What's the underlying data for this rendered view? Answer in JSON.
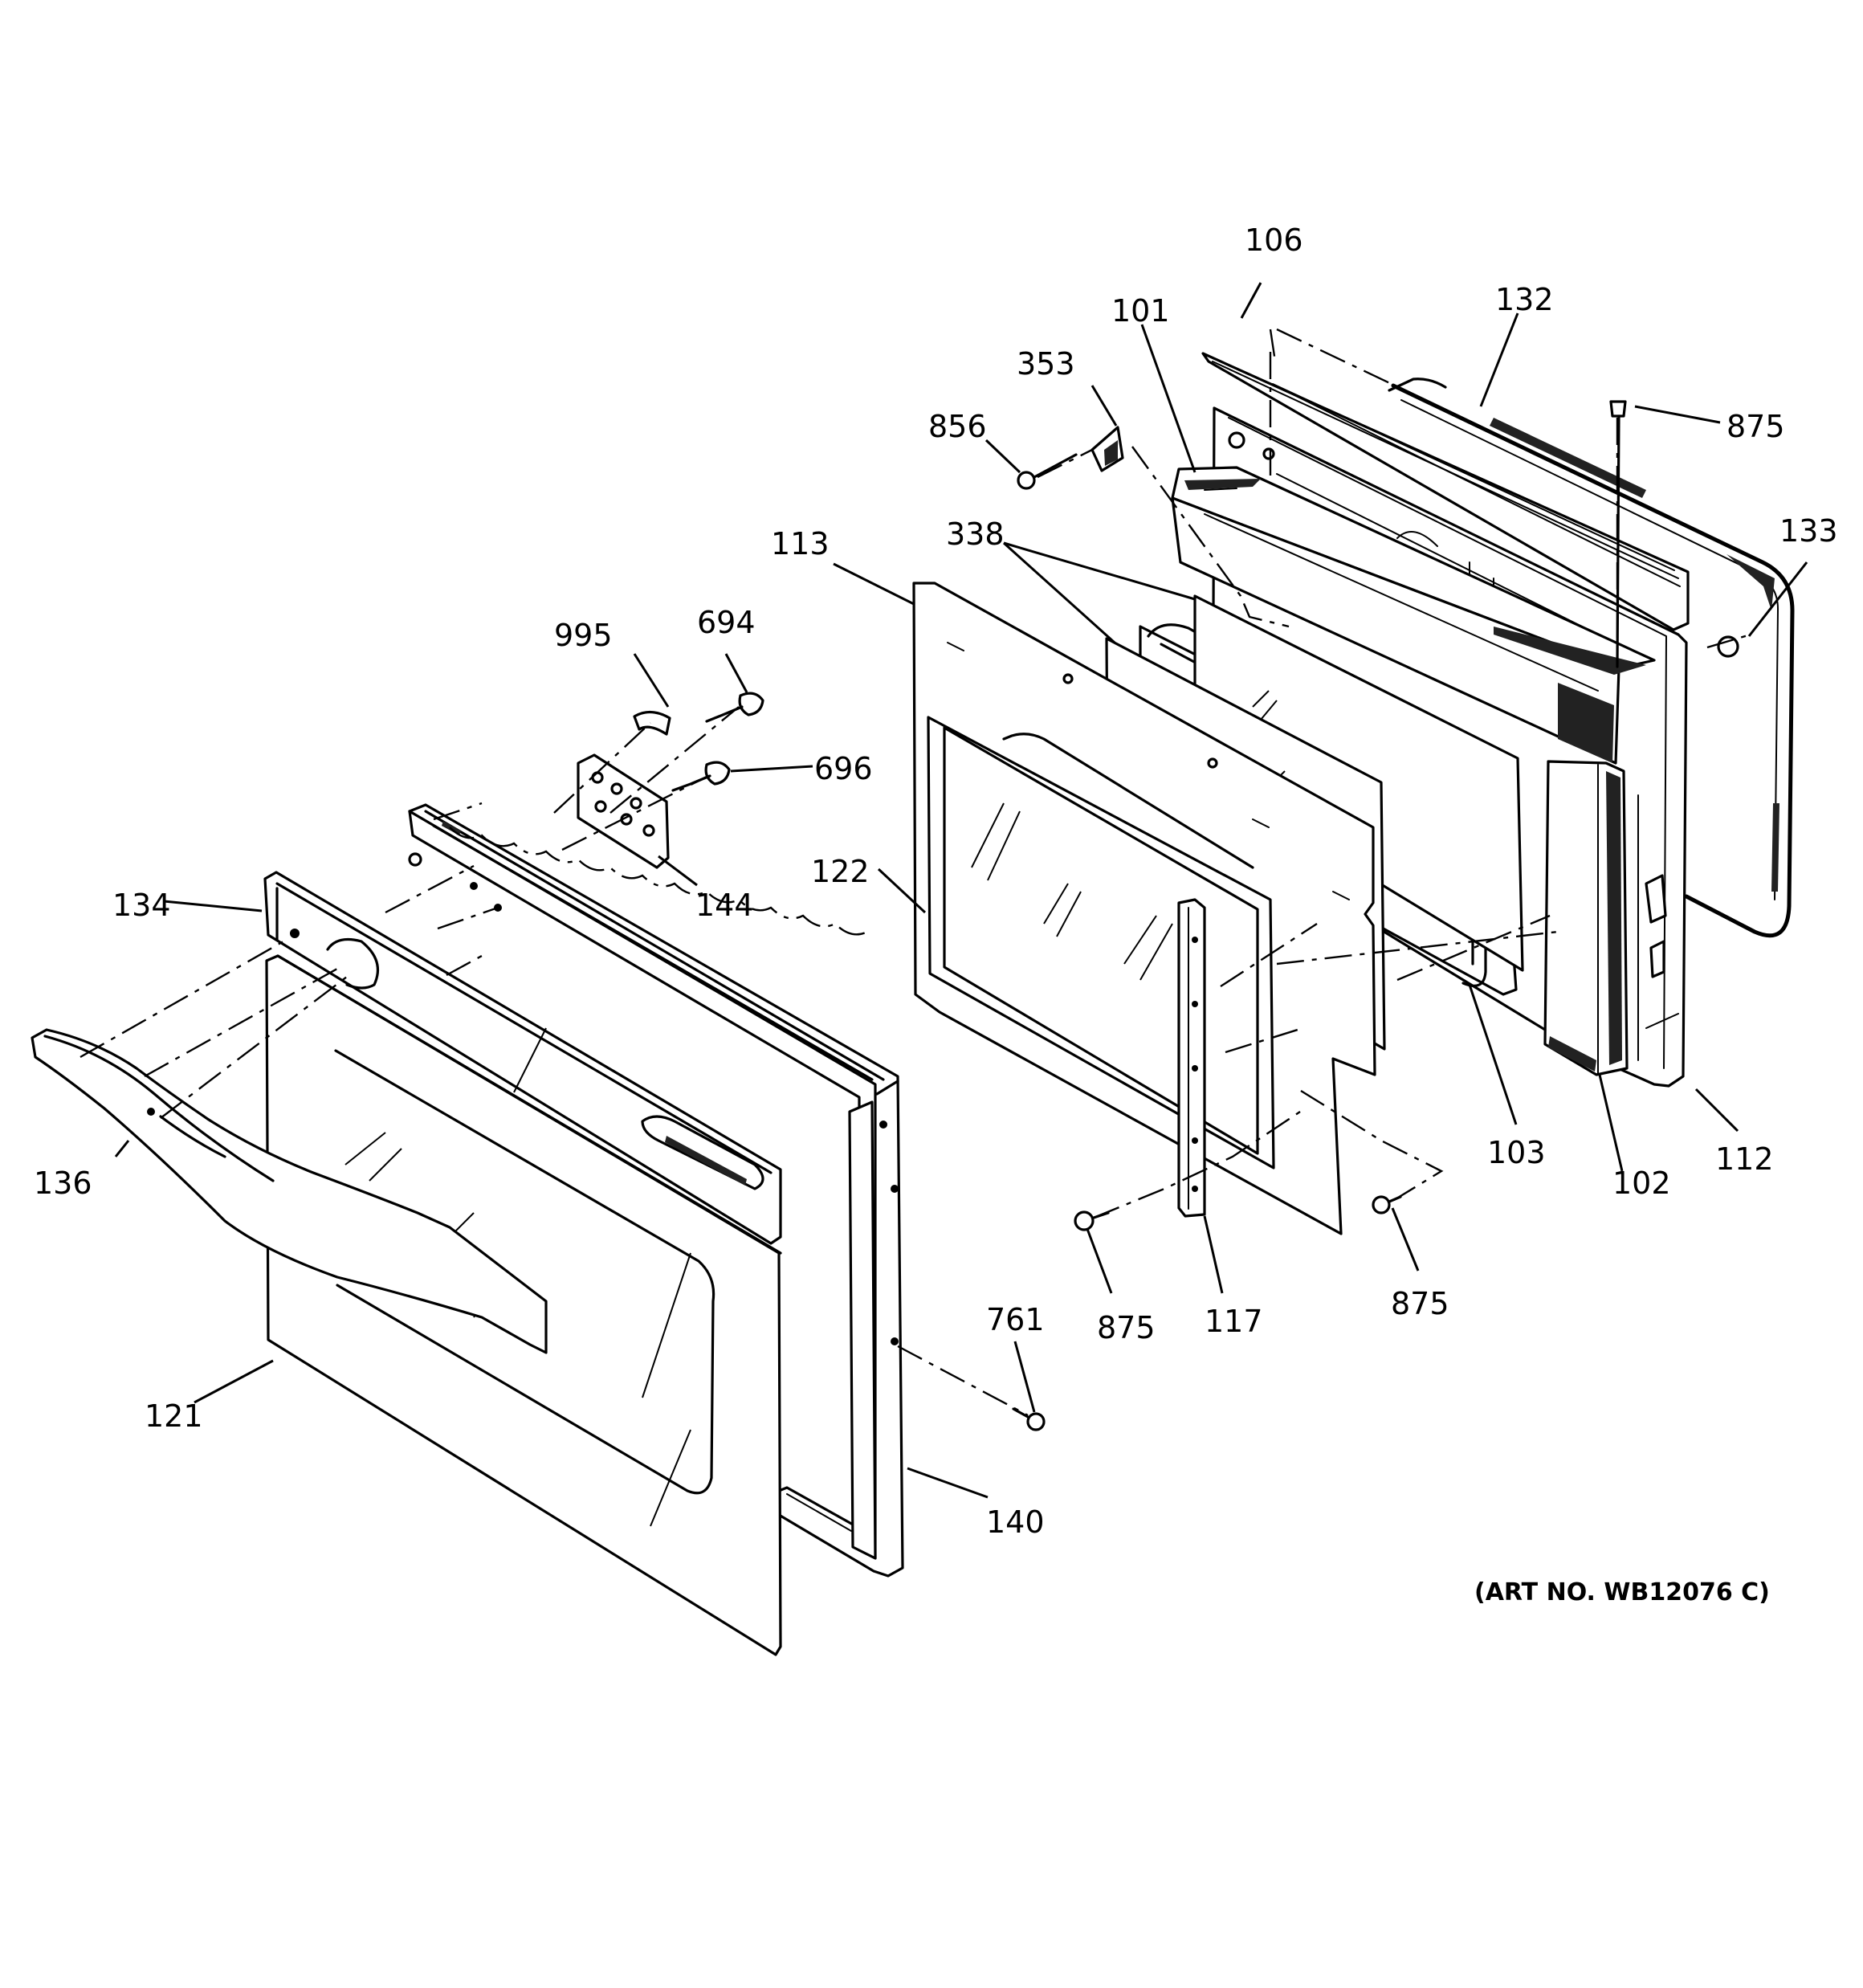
{
  "art_number": "(ART NO. WB12076 C)",
  "callouts": [
    "106",
    "132",
    "101",
    "353",
    "856",
    "875",
    "133",
    "338",
    "113",
    "995",
    "694",
    "696",
    "144",
    "134",
    "122",
    "136",
    "103",
    "102",
    "112",
    "875",
    "875",
    "117",
    "761",
    "121",
    "140"
  ]
}
